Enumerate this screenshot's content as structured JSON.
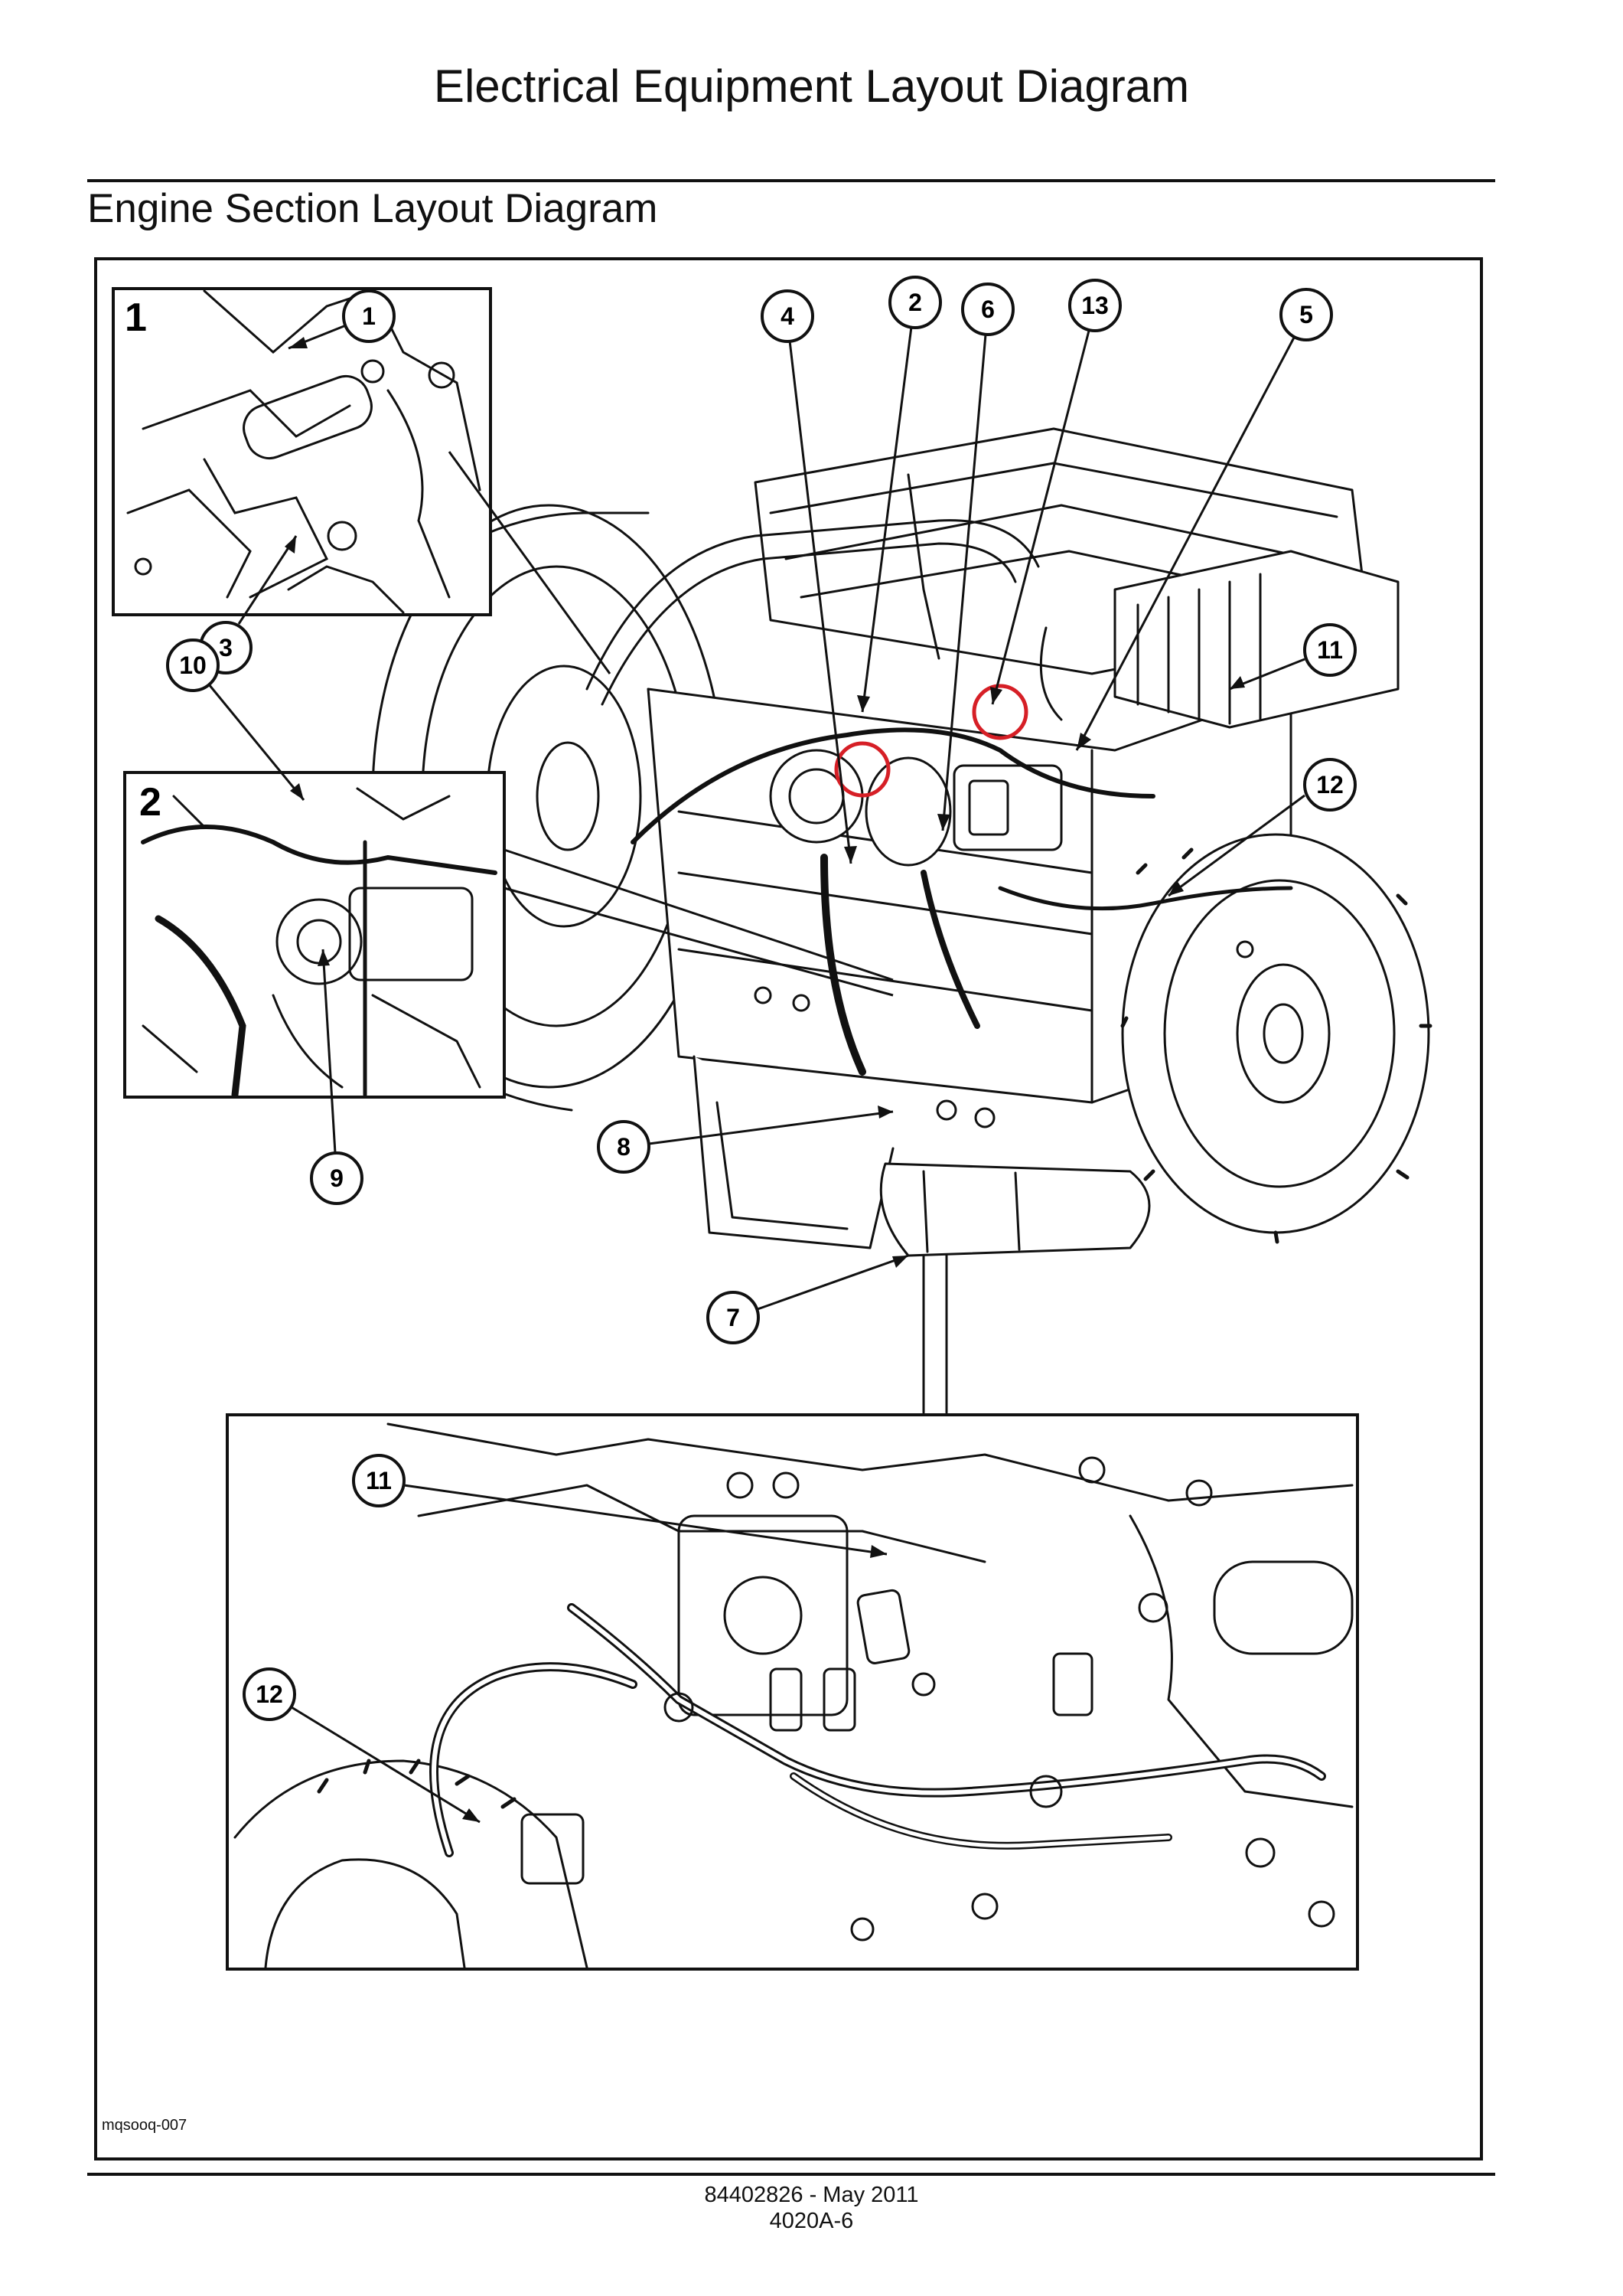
{
  "header": {
    "page_title": "Electrical Equipment Layout Diagram",
    "section_title": "Engine Section Layout Diagram"
  },
  "figure": {
    "reference_code": "mqsooq-007",
    "inset_labels": [
      "1",
      "2"
    ],
    "callouts": [
      "1",
      "2",
      "3",
      "4",
      "5",
      "6",
      "7",
      "8",
      "9",
      "10",
      "11",
      "12",
      "13",
      "11",
      "12"
    ],
    "highlight_color": "#d61f26",
    "line_color": "#111111"
  },
  "footer": {
    "doc_number": "84402826 - May 2011",
    "page_number": "4020A-6"
  }
}
